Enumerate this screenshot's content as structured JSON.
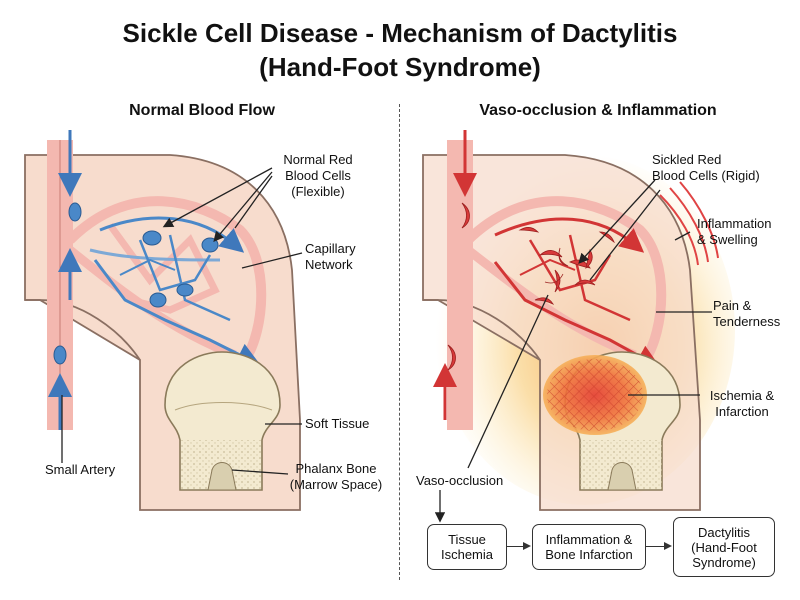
{
  "title": {
    "line1": "Sickle Cell Disease - Mechanism of Dactylitis",
    "line2": "(Hand-Foot Syndrome)"
  },
  "panels": {
    "left": {
      "heading": "Normal Blood Flow",
      "labels": {
        "normal_rbc": [
          "Normal Red",
          "Blood Cells",
          "(Flexible)"
        ],
        "capillary": [
          "Capillary",
          "Network"
        ],
        "soft_tissue": [
          "Soft Tissue"
        ],
        "small_artery": [
          "Small Artery"
        ],
        "phalanx": [
          "Phalanx Bone",
          "(Marrow Space)"
        ]
      }
    },
    "right": {
      "heading": "Vaso-occlusion & Inflammation",
      "labels": {
        "sickled_rbc": [
          "Sickled Red",
          "Blood Cells (Rigid)"
        ],
        "inflammation": [
          "Inflammation",
          "& Swelling"
        ],
        "pain": [
          "Pain &",
          "Tenderness"
        ],
        "ischemia": [
          "Ischemia &",
          "Infarction"
        ],
        "vaso_occlusion": [
          "Vaso-occlusion"
        ]
      }
    }
  },
  "flowchart": {
    "steps": [
      [
        "Tissue",
        "Ischemia"
      ],
      [
        "Inflammation &",
        "Bone Infarction"
      ],
      [
        "Dactylitis",
        "(Hand-Foot",
        "Syndrome)"
      ]
    ]
  },
  "colors": {
    "skin": "#f7dccd",
    "skin_outline": "#8a6f62",
    "vessel_fill": "#f4b8b0",
    "artery_red": "#e04444",
    "normal_blue": "#4a88c8",
    "bone": "#f3ead0",
    "inflammation": "#f6c36a",
    "infarction": "#e7493a"
  }
}
